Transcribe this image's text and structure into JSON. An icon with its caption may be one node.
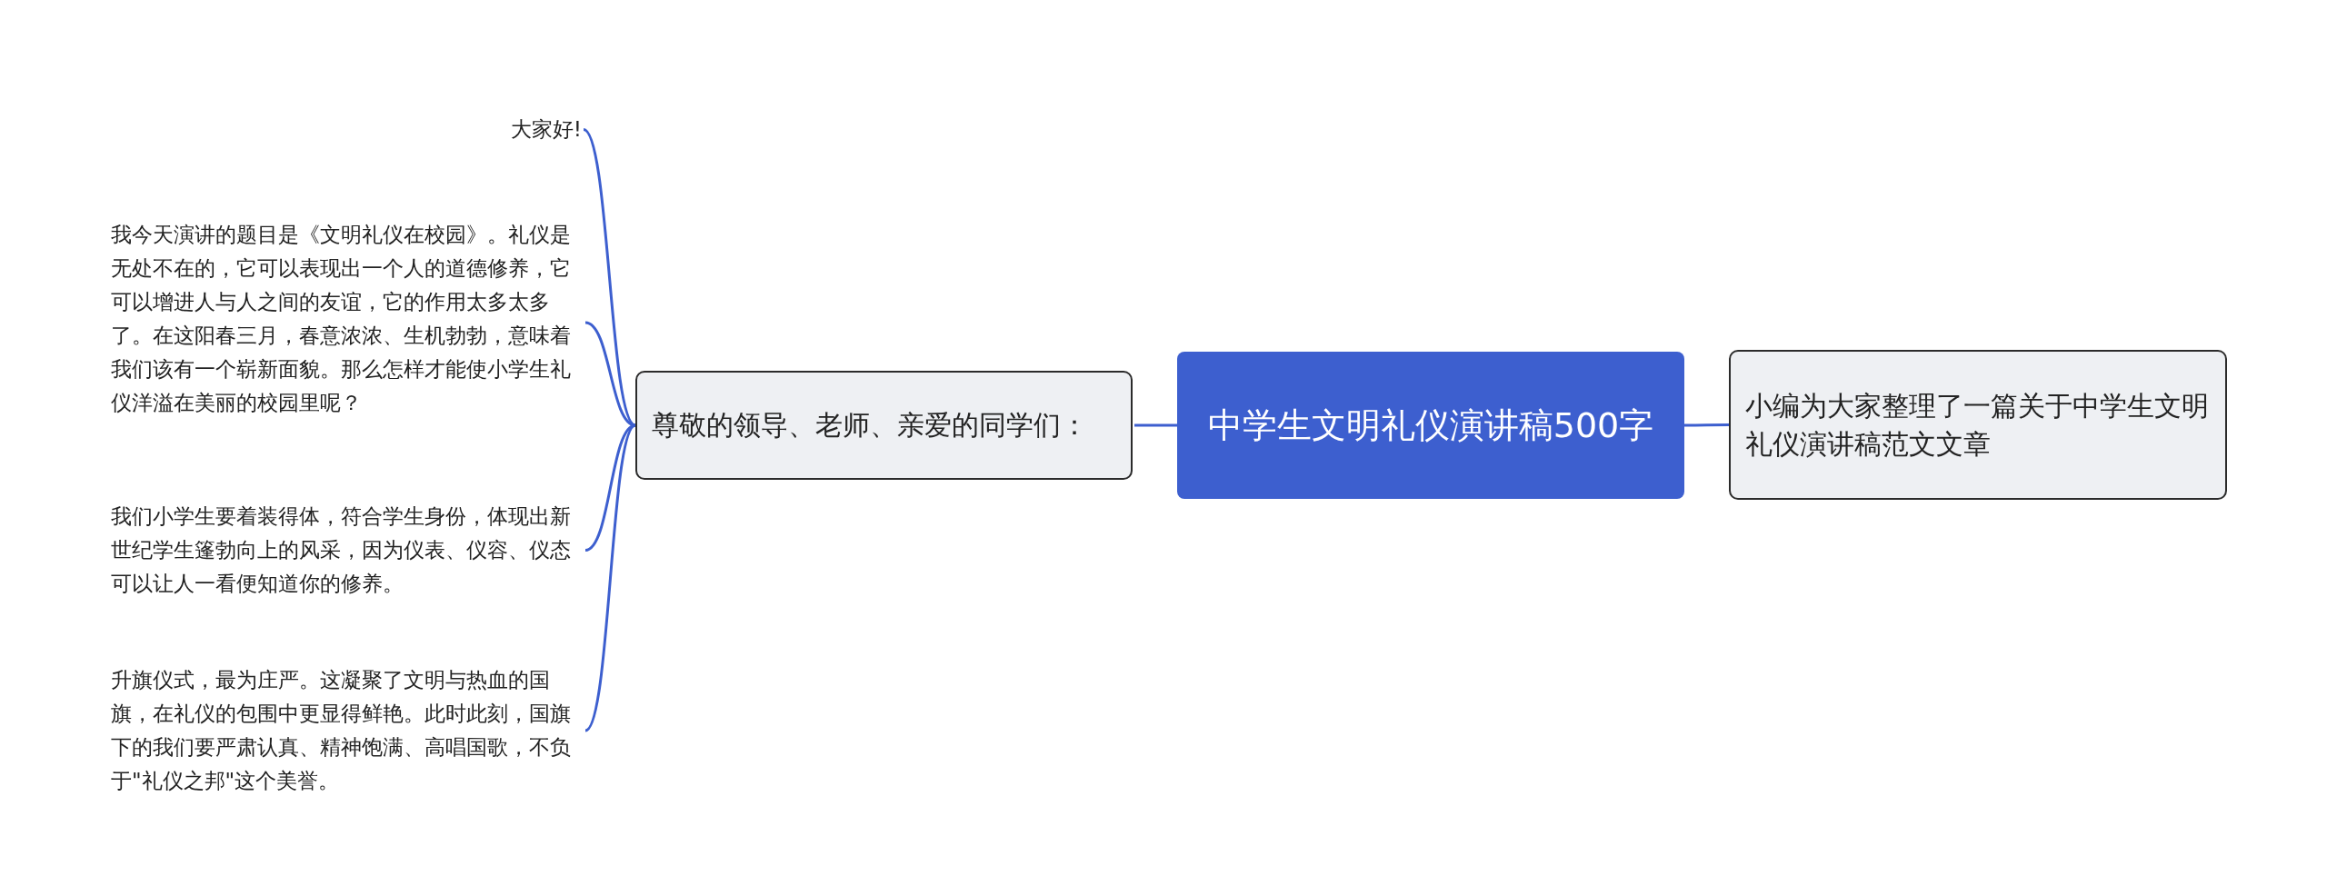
{
  "diagram": {
    "nodes": [
      {
        "text": [
          "中学生文明礼仪演讲稿500字"
        ]
      },
      {
        "text": [
          "尊敬的领导、老师、亲爱的同学们："
        ]
      },
      {
        "text": [
          "小编为大家整理了一篇关于中学生文明礼仪演讲稿范文文章"
        ]
      },
      {
        "text": [
          "大家好!"
        ]
      },
      {
        "text": [
          "我今天演讲的题目是《文明礼仪在校园》。礼仪是无处不在的，它可以表现出一个人的道德修养，它可以增进人与人之间的友谊，它的作用太多太多了。在这阳春三月，春意浓浓、生机勃勃，意味着我们该有一个崭新面貌。那么怎样才能使小学生礼仪洋溢在美丽的校园里呢？"
        ]
      },
      {
        "text": [
          "我们小学生要着装得体，符合学生身份，体现出新世纪学生篷勃向上的风采，因为仪表、仪容、仪态可以让人一看便知道你的修养。"
        ]
      },
      {
        "text": [
          "升旗仪式，最为庄严。这凝聚了文明与热血的国旗，在礼仪的包围中更显得鲜艳。此时此刻，国旗下的我们要严肃认真、精神饱满、高唱国歌，不负于\"礼仪之邦\"这个美誉。"
        ]
      }
    ],
    "edges": [
      {
        "from": 0,
        "to": 1,
        "arrow": "none"
      },
      {
        "from": 0,
        "to": 2,
        "arrow": "none"
      },
      {
        "from": 1,
        "to": 3,
        "arrow": "none"
      },
      {
        "from": 1,
        "to": 4,
        "arrow": "none"
      },
      {
        "from": 1,
        "to": 5,
        "arrow": "none"
      },
      {
        "from": 1,
        "to": 6,
        "arrow": "none"
      }
    ]
  }
}
